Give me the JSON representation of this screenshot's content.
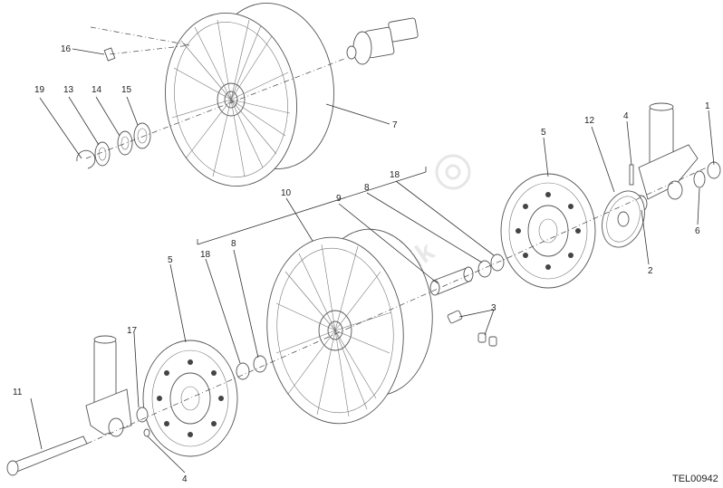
{
  "watermark": "PartsRepublik",
  "drawing_code": "TEL00942",
  "callouts": [
    {
      "id": "c1",
      "label": "1"
    },
    {
      "id": "c2",
      "label": "2"
    },
    {
      "id": "c3",
      "label": "3"
    },
    {
      "id": "c4a",
      "label": "4"
    },
    {
      "id": "c4b",
      "label": "4"
    },
    {
      "id": "c5a",
      "label": "5"
    },
    {
      "id": "c5b",
      "label": "5"
    },
    {
      "id": "c6",
      "label": "6"
    },
    {
      "id": "c7",
      "label": "7"
    },
    {
      "id": "c8a",
      "label": "8"
    },
    {
      "id": "c8b",
      "label": "8"
    },
    {
      "id": "c9",
      "label": "9"
    },
    {
      "id": "c10",
      "label": "10"
    },
    {
      "id": "c11",
      "label": "11"
    },
    {
      "id": "c12",
      "label": "12"
    },
    {
      "id": "c13",
      "label": "13"
    },
    {
      "id": "c14",
      "label": "14"
    },
    {
      "id": "c15",
      "label": "15"
    },
    {
      "id": "c16",
      "label": "16"
    },
    {
      "id": "c17",
      "label": "17"
    },
    {
      "id": "c18a",
      "label": "18"
    },
    {
      "id": "c18b",
      "label": "18"
    },
    {
      "id": "c19",
      "label": "19"
    }
  ]
}
